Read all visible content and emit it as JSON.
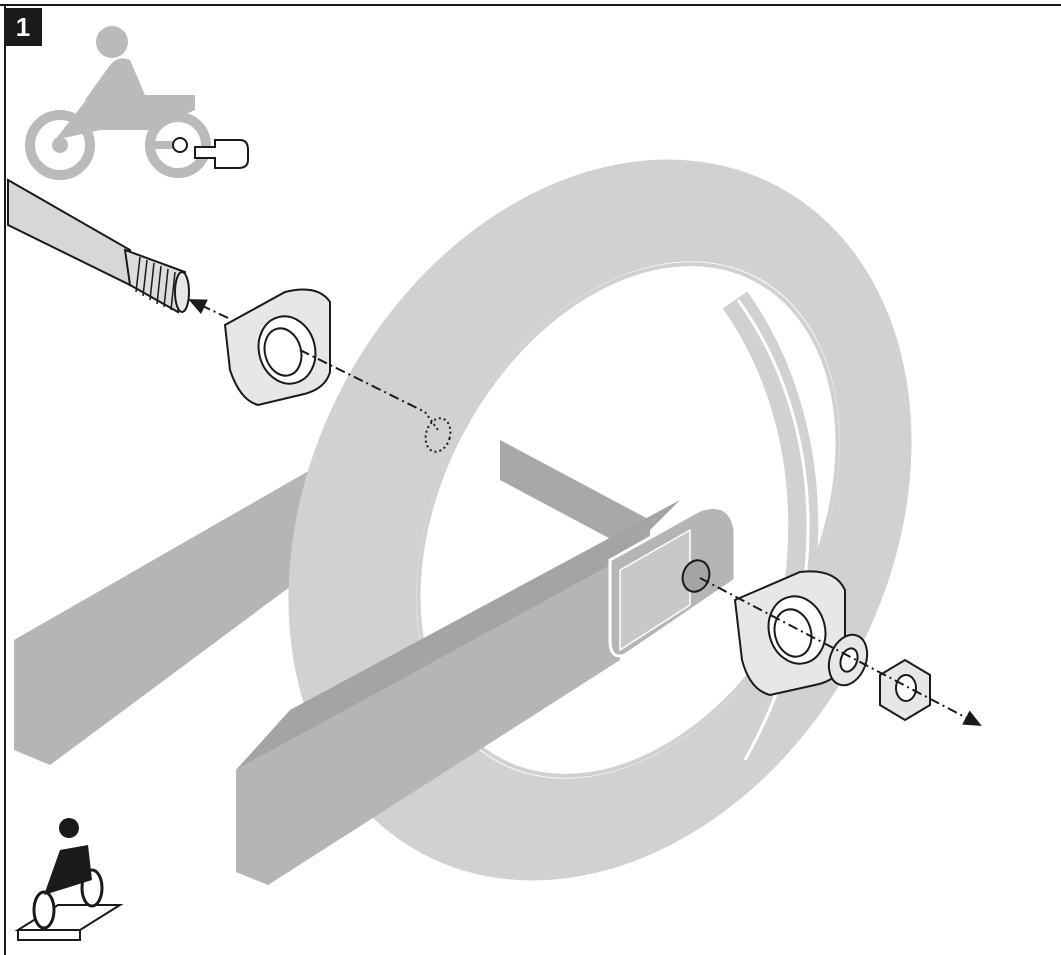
{
  "step": {
    "number": "1"
  },
  "icons": {
    "rear_wheel_location": "motorcycle-rear-wheel-pointer-icon",
    "workshop_stand": "motorcycle-on-stand-icon"
  },
  "illustration": {
    "subject": "rear-axle-removal",
    "parts": [
      "axle",
      "chain-adjuster-left",
      "tire",
      "swingarm",
      "chain-adjuster-right",
      "washer",
      "axle-nut"
    ]
  },
  "colors": {
    "outline": "#1a1a1a",
    "tire": "#d0d1d2",
    "swingarm": "#b4b5b7",
    "swingarm_dark": "#a3a4a6",
    "icon_gray": "#b9babc",
    "part_fill": "#e6e7e8"
  }
}
